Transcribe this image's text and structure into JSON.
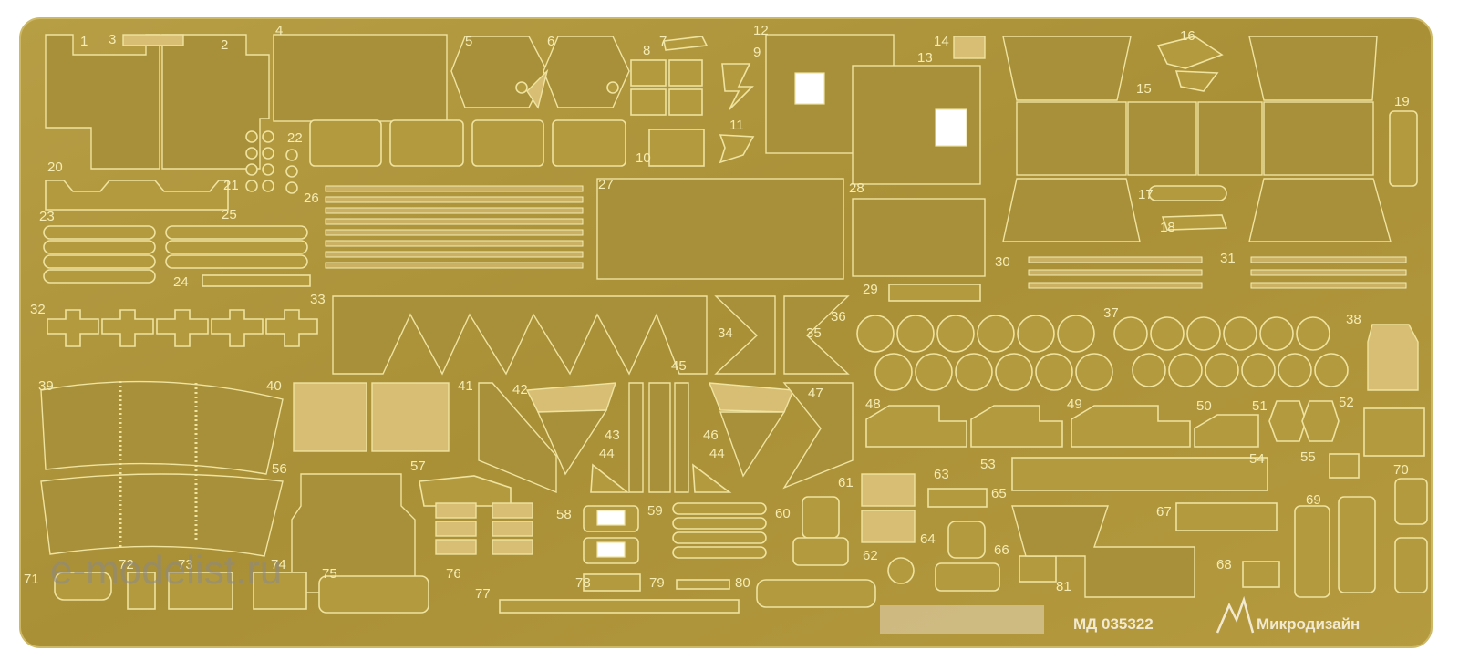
{
  "sheet": {
    "colors": {
      "brass": "#b39a3e",
      "edge": "#efe3a0",
      "background": "#ffffff"
    },
    "part_numbers": [
      "1",
      "2",
      "3",
      "4",
      "5",
      "6",
      "7",
      "8",
      "9",
      "10",
      "11",
      "12",
      "13",
      "14",
      "15",
      "16",
      "17",
      "18",
      "19",
      "20",
      "21",
      "22",
      "23",
      "24",
      "25",
      "26",
      "27",
      "28",
      "29",
      "30",
      "31",
      "32",
      "33",
      "34",
      "35",
      "36",
      "37",
      "38",
      "39",
      "40",
      "41",
      "42",
      "43",
      "44",
      "44",
      "45",
      "46",
      "47",
      "48",
      "49",
      "50",
      "51",
      "52",
      "53",
      "54",
      "55",
      "56",
      "57",
      "58",
      "59",
      "60",
      "61",
      "62",
      "63",
      "64",
      "65",
      "66",
      "67",
      "68",
      "69",
      "70",
      "71",
      "72",
      "73",
      "74",
      "75",
      "76",
      "77",
      "78",
      "79",
      "80",
      "81"
    ],
    "catalog_code": "МД 035322",
    "brand": "Микродизайн",
    "watermark": "e-modelist.ru"
  }
}
